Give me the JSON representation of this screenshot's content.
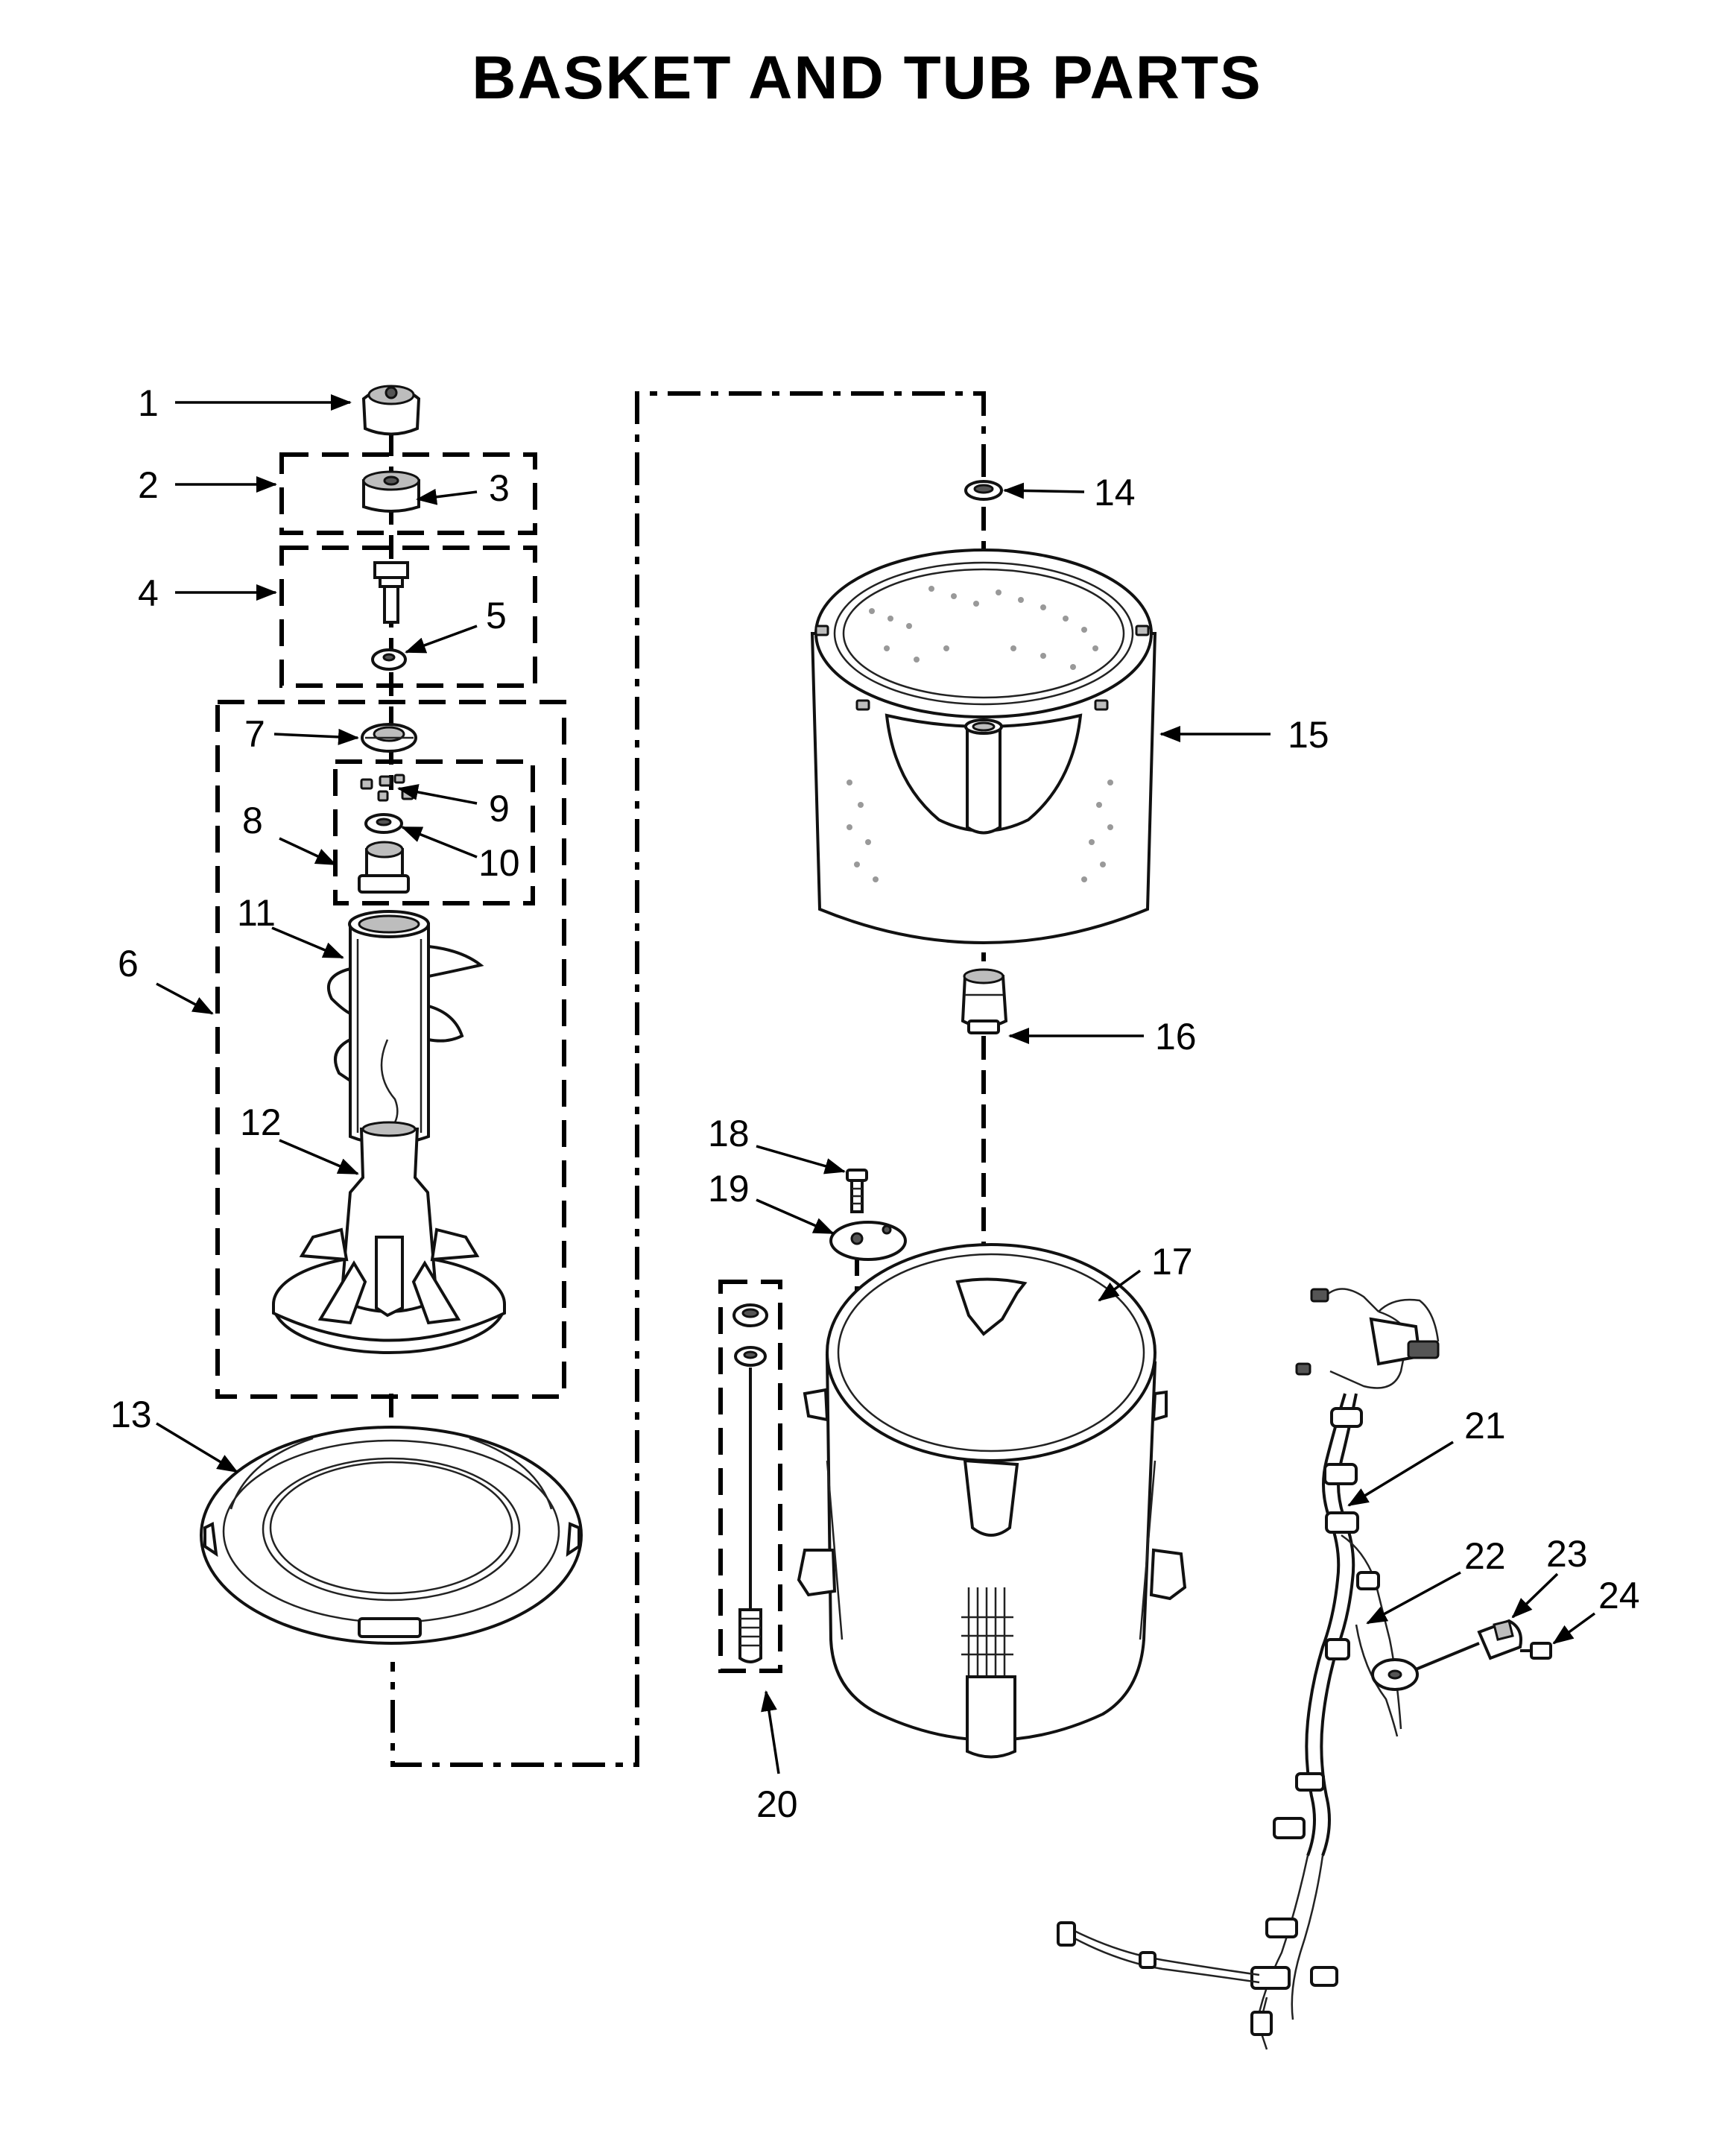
{
  "title": "BASKET AND TUB PARTS",
  "callouts": [
    "1",
    "2",
    "3",
    "4",
    "5",
    "6",
    "7",
    "8",
    "9",
    "10",
    "11",
    "12",
    "13",
    "14",
    "15",
    "16",
    "17",
    "18",
    "19",
    "20",
    "21",
    "22",
    "23",
    "24"
  ]
}
